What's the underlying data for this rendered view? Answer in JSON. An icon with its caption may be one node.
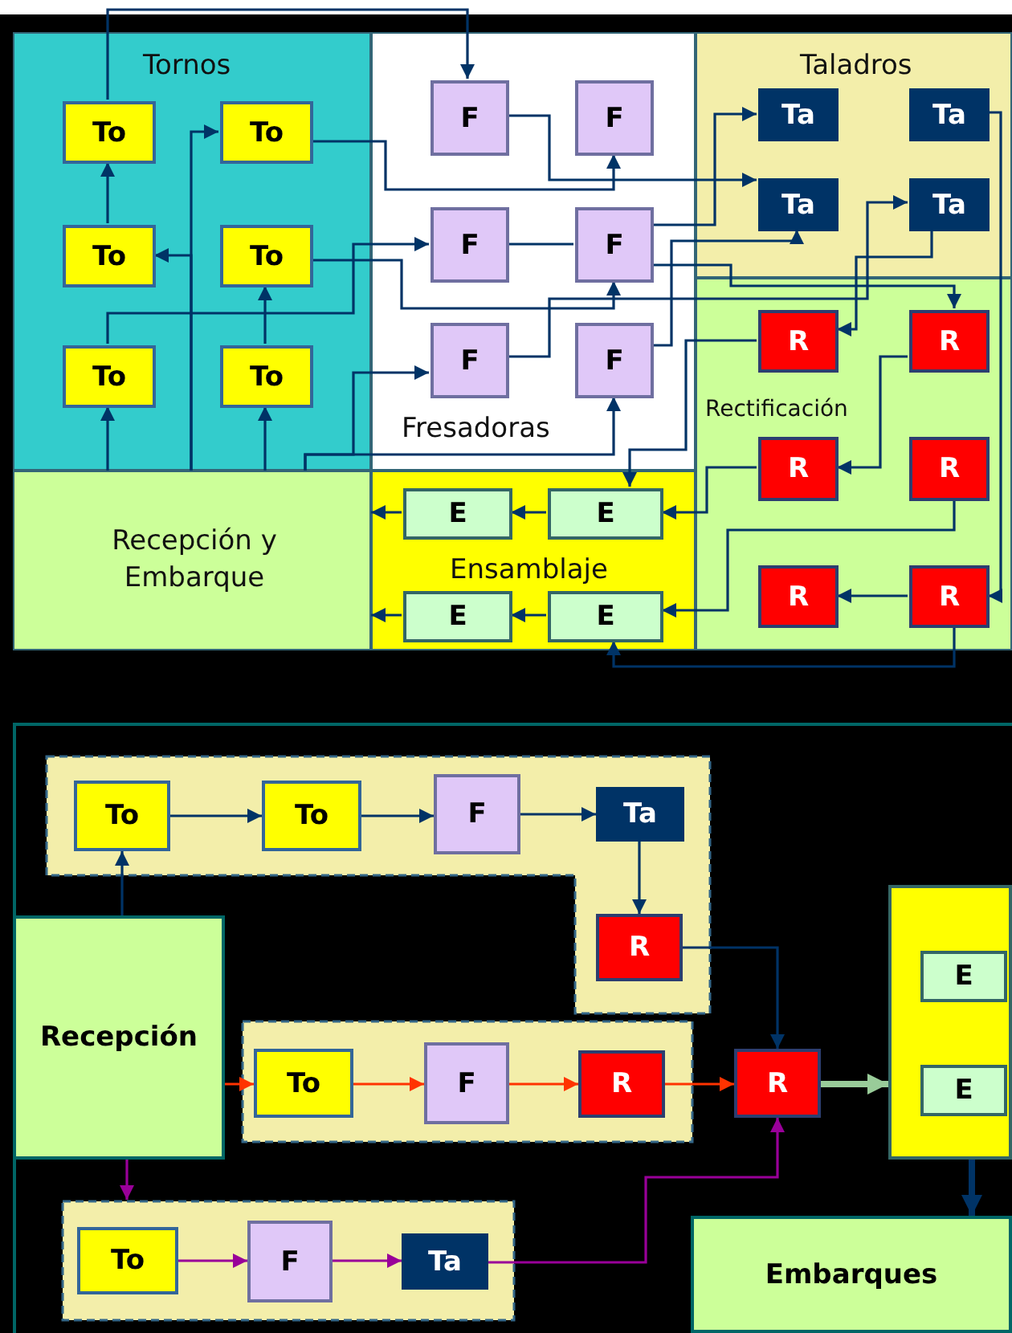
{
  "diagram": {
    "nodes": [
      {
        "text": [
          "Tornos"
        ]
      },
      {
        "text": [
          "To"
        ],
        "in": 0
      },
      {
        "text": [
          "To"
        ],
        "in": 0
      },
      {
        "text": [
          "To"
        ],
        "in": 0
      },
      {
        "text": [
          "To"
        ],
        "in": 0
      },
      {
        "text": [
          "To"
        ],
        "in": 0
      },
      {
        "text": [
          "To"
        ],
        "in": 0
      },
      {
        "text": [
          "Fresadoras"
        ]
      },
      {
        "text": [
          "F"
        ],
        "in": 7
      },
      {
        "text": [
          "F"
        ],
        "in": 7
      },
      {
        "text": [
          "F"
        ],
        "in": 7
      },
      {
        "text": [
          "F"
        ],
        "in": 7
      },
      {
        "text": [
          "F"
        ],
        "in": 7
      },
      {
        "text": [
          "F"
        ],
        "in": 7
      },
      {
        "text": [
          "Taladros"
        ]
      },
      {
        "text": [
          "Ta"
        ],
        "in": 14
      },
      {
        "text": [
          "Ta"
        ],
        "in": 14
      },
      {
        "text": [
          "Ta"
        ],
        "in": 14
      },
      {
        "text": [
          "Ta"
        ],
        "in": 14
      },
      {
        "text": [
          "Recepción y Embarque"
        ]
      },
      {
        "text": [
          "Ensamblaje"
        ]
      },
      {
        "text": [
          "E"
        ],
        "in": 20
      },
      {
        "text": [
          "E"
        ],
        "in": 20
      },
      {
        "text": [
          "E"
        ],
        "in": 20
      },
      {
        "text": [
          "E"
        ],
        "in": 20
      },
      {
        "text": [
          "Rectificación"
        ]
      },
      {
        "text": [
          "R"
        ],
        "in": 25
      },
      {
        "text": [
          "R"
        ],
        "in": 25
      },
      {
        "text": [
          "R"
        ],
        "in": 25
      },
      {
        "text": [
          "R"
        ],
        "in": 25
      },
      {
        "text": [
          "R"
        ],
        "in": 25
      },
      {
        "text": [
          "R"
        ],
        "in": 25
      },
      {
        "text": [],
        "shape": "box"
      },
      {
        "text": [
          "To"
        ],
        "in": 32
      },
      {
        "text": [
          "To"
        ],
        "in": 32
      },
      {
        "text": [
          "F"
        ],
        "in": 32
      },
      {
        "text": [
          "Ta"
        ],
        "in": 32
      },
      {
        "text": [
          "R"
        ],
        "in": 32
      },
      {
        "text": [
          "Recepción"
        ]
      },
      {
        "text": [],
        "shape": "box"
      },
      {
        "text": [
          "To"
        ],
        "in": 39
      },
      {
        "text": [
          "F"
        ],
        "in": 39
      },
      {
        "text": [
          "R"
        ],
        "in": 39
      },
      {
        "text": [
          "R"
        ]
      },
      {
        "text": [],
        "shape": "box"
      },
      {
        "text": [
          "E"
        ],
        "in": 44
      },
      {
        "text": [
          "E"
        ],
        "in": 44
      },
      {
        "text": [
          "Embarques"
        ]
      },
      {
        "text": [],
        "shape": "box"
      },
      {
        "text": [
          "To"
        ],
        "in": 48
      },
      {
        "text": [
          "F"
        ],
        "in": 48
      },
      {
        "text": [
          "Ta"
        ],
        "in": 48
      }
    ],
    "edges": [
      {
        "from": 1,
        "to": 8,
        "arrow": "to"
      },
      {
        "from": 3,
        "to": 1,
        "arrow": "to"
      },
      {
        "from": 5,
        "to": 10,
        "arrow": "to"
      },
      {
        "from": 19,
        "to": 5,
        "arrow": "to"
      },
      {
        "from": 19,
        "to": 2,
        "arrow": "to"
      },
      {
        "from": 19,
        "to": 3,
        "arrow": "to"
      },
      {
        "from": 19,
        "to": 6,
        "arrow": "to"
      },
      {
        "from": 6,
        "to": 4,
        "arrow": "to"
      },
      {
        "from": 19,
        "to": 12,
        "arrow": "to"
      },
      {
        "from": 19,
        "to": 13,
        "arrow": "to"
      },
      {
        "from": 2,
        "to": 9,
        "arrow": "to"
      },
      {
        "from": 4,
        "to": 11,
        "arrow": "to"
      },
      {
        "from": 8,
        "to": 17,
        "arrow": "to"
      },
      {
        "from": 10,
        "to": 11,
        "arrow": "none"
      },
      {
        "from": 11,
        "to": 15,
        "arrow": "to"
      },
      {
        "from": 11,
        "to": 27,
        "arrow": "to"
      },
      {
        "from": 12,
        "to": 18,
        "arrow": "to"
      },
      {
        "from": 13,
        "to": 17,
        "arrow": "to"
      },
      {
        "from": 18,
        "to": 26,
        "arrow": "to"
      },
      {
        "from": 16,
        "to": 31,
        "arrow": "to"
      },
      {
        "from": 26,
        "to": 22,
        "arrow": "to"
      },
      {
        "from": 27,
        "to": 28,
        "arrow": "to"
      },
      {
        "from": 28,
        "to": 22,
        "arrow": "to"
      },
      {
        "from": 29,
        "to": 24,
        "arrow": "to"
      },
      {
        "from": 31,
        "to": 30,
        "arrow": "to"
      },
      {
        "from": 31,
        "to": 24,
        "arrow": "to"
      },
      {
        "from": 22,
        "to": 21,
        "arrow": "to"
      },
      {
        "from": 21,
        "to": 19,
        "arrow": "to"
      },
      {
        "from": 24,
        "to": 23,
        "arrow": "to"
      },
      {
        "from": 23,
        "to": 19,
        "arrow": "to"
      },
      {
        "from": 38,
        "to": 33,
        "arrow": "to"
      },
      {
        "from": 33,
        "to": 34,
        "arrow": "to"
      },
      {
        "from": 34,
        "to": 35,
        "arrow": "to"
      },
      {
        "from": 35,
        "to": 36,
        "arrow": "to"
      },
      {
        "from": 36,
        "to": 37,
        "arrow": "to"
      },
      {
        "from": 37,
        "to": 43,
        "arrow": "to"
      },
      {
        "from": 38,
        "to": 40,
        "arrow": "to",
        "color": "#ff3300"
      },
      {
        "from": 40,
        "to": 41,
        "arrow": "to",
        "color": "#ff3300"
      },
      {
        "from": 41,
        "to": 42,
        "arrow": "to",
        "color": "#ff3300"
      },
      {
        "from": 42,
        "to": 43,
        "arrow": "to",
        "color": "#ff3300"
      },
      {
        "from": 38,
        "to": 48,
        "arrow": "to",
        "color": "#990099"
      },
      {
        "from": 49,
        "to": 50,
        "arrow": "to",
        "color": "#990099"
      },
      {
        "from": 50,
        "to": 51,
        "arrow": "to",
        "color": "#990099"
      },
      {
        "from": 51,
        "to": 43,
        "arrow": "to",
        "color": "#990099"
      },
      {
        "from": 43,
        "to": 44,
        "arrow": "to",
        "style": "thick",
        "color": "#99cc99"
      },
      {
        "from": 44,
        "to": 47,
        "arrow": "to",
        "style": "thick"
      }
    ]
  }
}
